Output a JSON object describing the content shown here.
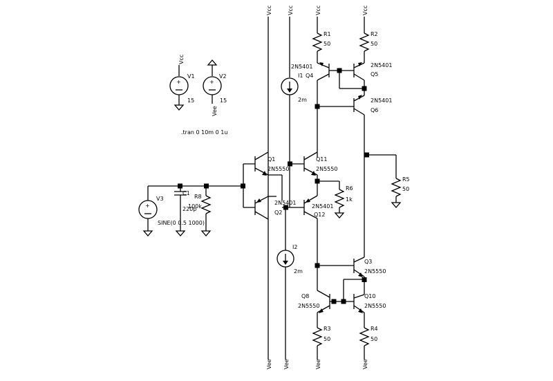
{
  "labels": {
    "vcc": "Vcc",
    "vee": "Vee",
    "v1": "V1",
    "v1_val": "15",
    "v2": "V2",
    "v2_val": "15",
    "tran": ".tran 0 10m 0 1u",
    "v3": "V3",
    "v3_val": "SINE(0 0.5 1000)",
    "c1": "C1",
    "c1_val": "220p",
    "r8": "R8",
    "r8_val": "100k",
    "q1": "Q1",
    "q1_part": "2N5550",
    "q2": "Q2",
    "q2_part": "2N5401",
    "i1": "I1",
    "i1_val": "2m",
    "q4": "Q4",
    "q4_part": "2N5401",
    "i2": "I2",
    "i2_val": "2m",
    "r1": "R1",
    "r1_val": "50",
    "r2": "R2",
    "r2_val": "50",
    "q5": "Q5",
    "q5_part": "2N5401",
    "q6": "Q6",
    "q6_part": "2N5401",
    "q11": "Q11",
    "q11_part": "2N5550",
    "r6": "R6",
    "r6_val": "1k",
    "q12": "Q12",
    "q12_part": "2N5401",
    "r5": "R5",
    "r5_val": "50",
    "q3": "Q3",
    "q3_part": "2N5550",
    "q8": "Q8",
    "q8_part": "2N5550",
    "q10": "Q10",
    "q10_part": "2N5550",
    "r3": "R3",
    "r3_val": "50",
    "r4": "R4",
    "r4_val": "50"
  }
}
